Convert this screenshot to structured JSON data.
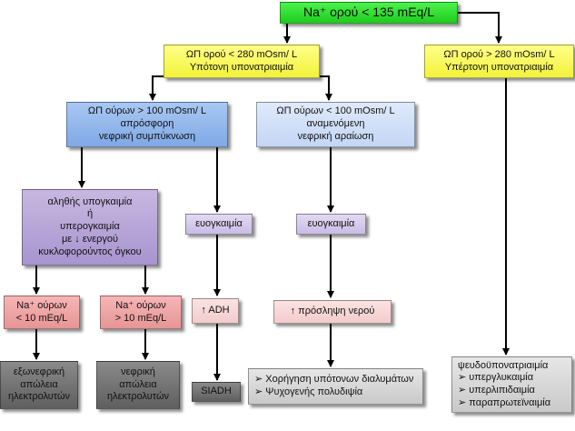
{
  "nodes": {
    "top": {
      "lines": [
        "Na⁺ ορού < 135 mEq/L"
      ]
    },
    "hypotonic": {
      "lines": [
        "ΩΠ ορού < 280 mOsm/ L",
        "Υπότονη υπονατριαιμία"
      ]
    },
    "hypertonic": {
      "lines": [
        "ΩΠ ορού > 280 mOsm/ L",
        "Υπέρτονη υπονατριαιμία"
      ]
    },
    "urine_high": {
      "lines": [
        "ΩΠ ούρων > 100 mOsm/ L",
        "απρόσφορη",
        "νεφρική συμπύκνωση"
      ]
    },
    "urine_low": {
      "lines": [
        "ΩΠ ούρων < 100 mOsm/ L",
        "αναμενόμενη",
        "νεφρική αραίωση"
      ]
    },
    "hypovolemia": {
      "lines": [
        "αληθής υπογκαιμία",
        "ή",
        "υπερογκαιμία",
        "με ↓ ενεργού",
        "κυκλοφορούντος όγκου"
      ]
    },
    "euvolemia_1": {
      "lines": [
        "ευογκαιμία"
      ]
    },
    "euvolemia_2": {
      "lines": [
        "ευογκαιμία"
      ]
    },
    "na_low": {
      "lines": [
        "Na⁺ ούρων",
        "< 10 mEq/L"
      ]
    },
    "na_high": {
      "lines": [
        "Na⁺ ούρων",
        "> 10 mEq/L"
      ]
    },
    "adh": {
      "lines": [
        "↑ ADH"
      ]
    },
    "water_intake": {
      "lines": [
        "↑ πρόσληψη νερού"
      ]
    },
    "extrarenal": {
      "lines": [
        "εξωνεφρική",
        "απώλεια",
        "ηλεκτρολυτών"
      ]
    },
    "renal": {
      "lines": [
        "νεφρική",
        "απώλεια",
        "ηλεκτρολυτών"
      ]
    },
    "siadh": {
      "lines": [
        "SIADH"
      ]
    },
    "causes_low": {
      "lines": [
        "➢ Χορήγηση υπότονων διαλυμάτων",
        "➢ Ψυχογενής πολυδιψία"
      ]
    },
    "pseudo": {
      "lines": [
        "ψευδοϋπονατριαιμία",
        "➢ υπεργλυκαιμία",
        "➢ υπερλιπιδαιμία",
        "➢ παραπρωτεϊναιμία"
      ]
    }
  },
  "colors": {
    "green": "#2fdc2f",
    "yellow": "#f7f760",
    "blue": "#90b4ea",
    "light_blue": "#cfdff7",
    "purple": "#b6a3d6",
    "light_purple": "#d5cbec",
    "pink": "#ec9f9f",
    "light_pink": "#f7d6d6",
    "dark_gray": "#707070",
    "light_gray": "#d6d6d6",
    "arrow": "#000000"
  }
}
